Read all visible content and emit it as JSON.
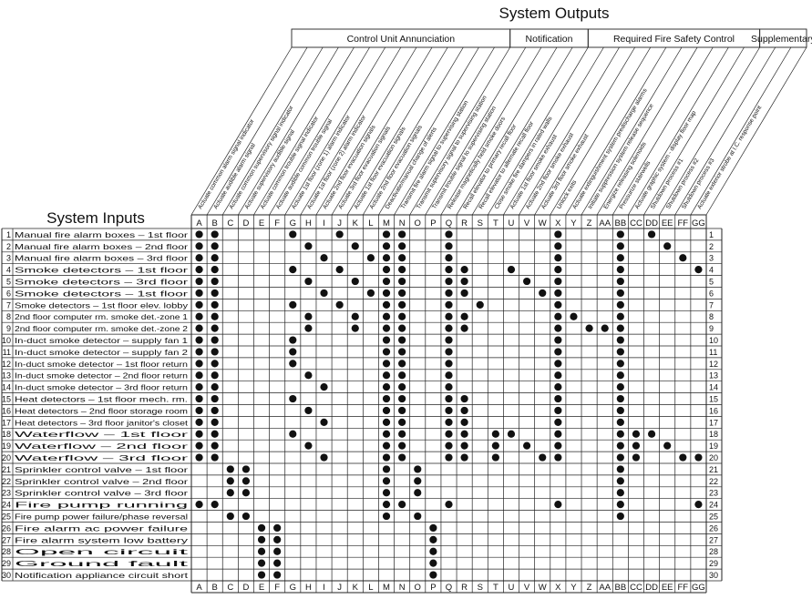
{
  "title": "System Outputs",
  "inputs_title": "System Inputs",
  "groups": [
    {
      "label": "Control Unit Annunciation",
      "from": 0,
      "to": 13
    },
    {
      "label": "Notification",
      "from": 14,
      "to": 18
    },
    {
      "label": "Required Fire Safety Control",
      "from": 19,
      "to": 29
    },
    {
      "label": "Supplementary",
      "from": 30,
      "to": 32
    }
  ],
  "columns": [
    "A",
    "B",
    "C",
    "D",
    "E",
    "F",
    "G",
    "H",
    "I",
    "J",
    "K",
    "L",
    "M",
    "N",
    "O",
    "P",
    "Q",
    "R",
    "S",
    "T",
    "U",
    "V",
    "W",
    "X",
    "Y",
    "Z",
    "AA",
    "BB",
    "CC",
    "DD",
    "EE",
    "FF",
    "GG"
  ],
  "column_labels": [
    "Actuate common alarm signal indicator",
    "Actuate audible alarm signal",
    "Actuate common supervisory signal indicator",
    "Actuate supervisory audible signal",
    "Actuate common trouble signal indicator",
    "Actuate audible common trouble signal",
    "Actuate 1st floor (zone 1) alarm indicator",
    "Actuate 1st floor (zone 2) alarm indicator",
    "Actuate 2nd floor evacuation signals",
    "Actuate 3rd floor evacuation signals",
    "Actuate 1st floor evacuation signals",
    "Actuate 2nd floor evacuation signals",
    "Deactivate/manual change of alerts",
    "Transmit fire alarm signal to supervising station",
    "Transmit supervisory signal to supervising station",
    "Transmit trouble signal to supervising station",
    "Release magnetically held smoke doors",
    "Recall elevator to primary recall floor",
    "Recall elevator to alternate recall floor",
    "Close smoke fire dampers in rated walls",
    "Actuate 1st floor smoke exhaust",
    "Actuate 2nd floor smoke exhaust",
    "Actuate 3rd floor smoke exhaust",
    "Unlock exits",
    "Actuate extinguishment system predischarge alarms",
    "Initiate suppression system release sequence",
    "Energize releasing solenoids",
    "Pressurize stairwells",
    "Actuate graphic system - display floor map",
    "Shutdown process #1",
    "Shutdown process #2",
    "Shutdown process #3",
    "Actuate exterior strobe at I.C. response point"
  ],
  "rows": [
    {
      "num": "1",
      "label": "Manual fire alarm boxes – 1st floor",
      "marks": [
        "A",
        "B",
        "G",
        "J",
        "M",
        "N",
        "Q",
        "X",
        "BB",
        "DD"
      ]
    },
    {
      "num": "2",
      "label": "Manual fire alarm boxes – 2nd floor",
      "marks": [
        "A",
        "B",
        "H",
        "K",
        "M",
        "N",
        "Q",
        "X",
        "BB",
        "EE"
      ]
    },
    {
      "num": "3",
      "label": "Manual fire alarm boxes – 3rd floor",
      "marks": [
        "A",
        "B",
        "I",
        "L",
        "M",
        "N",
        "Q",
        "X",
        "BB",
        "FF"
      ]
    },
    {
      "num": "4",
      "label": "Smoke detectors – 1st floor",
      "marks": [
        "A",
        "B",
        "G",
        "J",
        "M",
        "N",
        "Q",
        "R",
        "U",
        "X",
        "BB",
        "GG"
      ]
    },
    {
      "num": "5",
      "label": "Smoke detectors – 3rd floor",
      "marks": [
        "A",
        "B",
        "H",
        "K",
        "M",
        "N",
        "Q",
        "R",
        "V",
        "X",
        "BB"
      ]
    },
    {
      "num": "6",
      "label": "Smoke detectors – 1st floor",
      "marks": [
        "A",
        "B",
        "I",
        "L",
        "M",
        "N",
        "Q",
        "R",
        "W",
        "X",
        "BB"
      ]
    },
    {
      "num": "7",
      "label": "Smoke detectors – 1st floor elev. lobby",
      "marks": [
        "A",
        "B",
        "G",
        "J",
        "M",
        "N",
        "Q",
        "S",
        "X",
        "BB"
      ]
    },
    {
      "num": "8",
      "label": "2nd floor computer rm. smoke det.-zone 1",
      "marks": [
        "A",
        "B",
        "H",
        "K",
        "M",
        "N",
        "Q",
        "R",
        "X",
        "Y",
        "BB"
      ]
    },
    {
      "num": "9",
      "label": "2nd floor computer rm. smoke det.-zone 2",
      "marks": [
        "A",
        "B",
        "H",
        "K",
        "M",
        "N",
        "Q",
        "R",
        "X",
        "Z",
        "AA",
        "BB"
      ]
    },
    {
      "num": "10",
      "label": "In-duct smoke detector – supply fan 1",
      "marks": [
        "A",
        "B",
        "G",
        "M",
        "N",
        "Q",
        "X",
        "BB"
      ]
    },
    {
      "num": "11",
      "label": "In-duct smoke detector – supply fan 2",
      "marks": [
        "A",
        "B",
        "G",
        "M",
        "N",
        "Q",
        "X",
        "BB"
      ]
    },
    {
      "num": "12",
      "label": "In-duct smoke detector – 1st floor return",
      "marks": [
        "A",
        "B",
        "G",
        "M",
        "N",
        "Q",
        "X",
        "BB"
      ]
    },
    {
      "num": "13",
      "label": "In-duct smoke detector – 2nd floor return",
      "marks": [
        "A",
        "B",
        "H",
        "M",
        "N",
        "Q",
        "X",
        "BB"
      ]
    },
    {
      "num": "14",
      "label": "In-duct smoke detector – 3rd floor return",
      "marks": [
        "A",
        "B",
        "I",
        "M",
        "N",
        "Q",
        "X",
        "BB"
      ]
    },
    {
      "num": "15",
      "label": "Heat detectors – 1st floor mech. rm.",
      "marks": [
        "A",
        "B",
        "G",
        "M",
        "N",
        "Q",
        "R",
        "X",
        "BB"
      ]
    },
    {
      "num": "16",
      "label": "Heat detectors – 2nd floor storage room",
      "marks": [
        "A",
        "B",
        "H",
        "M",
        "N",
        "Q",
        "R",
        "X",
        "BB"
      ]
    },
    {
      "num": "17",
      "label": "Heat detectors – 3rd floor janitor's closet",
      "marks": [
        "A",
        "B",
        "I",
        "M",
        "N",
        "Q",
        "R",
        "X",
        "BB"
      ]
    },
    {
      "num": "18",
      "label": "Waterflow – 1st floor",
      "marks": [
        "A",
        "B",
        "G",
        "M",
        "N",
        "Q",
        "R",
        "T",
        "U",
        "X",
        "BB",
        "CC",
        "DD"
      ]
    },
    {
      "num": "19",
      "label": "Waterflow – 2nd floor",
      "marks": [
        "A",
        "B",
        "H",
        "M",
        "N",
        "Q",
        "R",
        "T",
        "V",
        "X",
        "BB",
        "CC",
        "EE"
      ]
    },
    {
      "num": "20",
      "label": "Waterflow – 3rd floor",
      "marks": [
        "A",
        "B",
        "I",
        "M",
        "N",
        "Q",
        "R",
        "T",
        "W",
        "X",
        "BB",
        "CC",
        "FF",
        "GG"
      ]
    },
    {
      "num": "21",
      "label": "Sprinkler control valve – 1st floor",
      "marks": [
        "C",
        "D",
        "M",
        "O",
        "BB"
      ]
    },
    {
      "num": "22",
      "label": "Sprinkler control valve – 2nd floor",
      "marks": [
        "C",
        "D",
        "M",
        "O",
        "BB"
      ]
    },
    {
      "num": "23",
      "label": "Sprinkler control valve – 3rd floor",
      "marks": [
        "C",
        "D",
        "M",
        "O",
        "BB"
      ]
    },
    {
      "num": "24",
      "label": "Fire pump running",
      "marks": [
        "A",
        "B",
        "M",
        "N",
        "Q",
        "X",
        "BB",
        "GG"
      ]
    },
    {
      "num": "25",
      "label": "Fire pump power failure/phase reversal",
      "marks": [
        "C",
        "D",
        "M",
        "O",
        "BB"
      ]
    },
    {
      "num": "26",
      "label": "Fire alarm ac power failure",
      "marks": [
        "E",
        "F",
        "P"
      ]
    },
    {
      "num": "27",
      "label": "Fire alarm system low battery",
      "marks": [
        "E",
        "F",
        "P"
      ]
    },
    {
      "num": "28",
      "label": "Open circuit",
      "marks": [
        "E",
        "F",
        "P"
      ]
    },
    {
      "num": "29",
      "label": "Ground fault",
      "marks": [
        "E",
        "F",
        "P"
      ]
    },
    {
      "num": "30",
      "label": "Notification appliance circuit short",
      "marks": [
        "E",
        "F",
        "P"
      ]
    }
  ]
}
